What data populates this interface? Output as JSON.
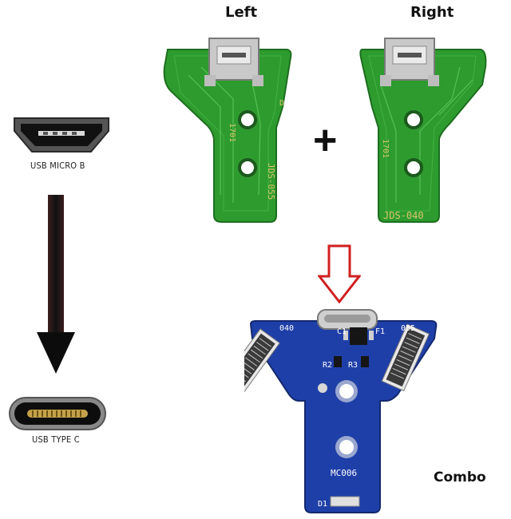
{
  "headings": {
    "left": "Left",
    "right": "Right",
    "combo": "Combo"
  },
  "ports": {
    "micro": "USB MICRO B",
    "typec": "USB TYPE C"
  },
  "symbols": {
    "plus": "+"
  },
  "left_board": {
    "d_mark": "D",
    "part_code": "JDS-055",
    "date_code": "1701"
  },
  "right_board": {
    "part_code": "JDS-040",
    "date_code": "1701"
  },
  "combo_board": {
    "left_tag": "040",
    "right_tag": "055",
    "c1": "C1",
    "f1": "F1",
    "r2": "R2",
    "r3": "R3",
    "model": "MC006",
    "d1": "D1"
  },
  "icons": {
    "down_arrow": "down-arrow-icon",
    "hollow_arrow": "hollow-down-arrow-icon"
  },
  "colors": {
    "pcb_green": "#2e9b2f",
    "pcb_blue": "#1f3fa8",
    "arrow_red": "#d11f1f",
    "arrow_dark": "#1a1212"
  }
}
